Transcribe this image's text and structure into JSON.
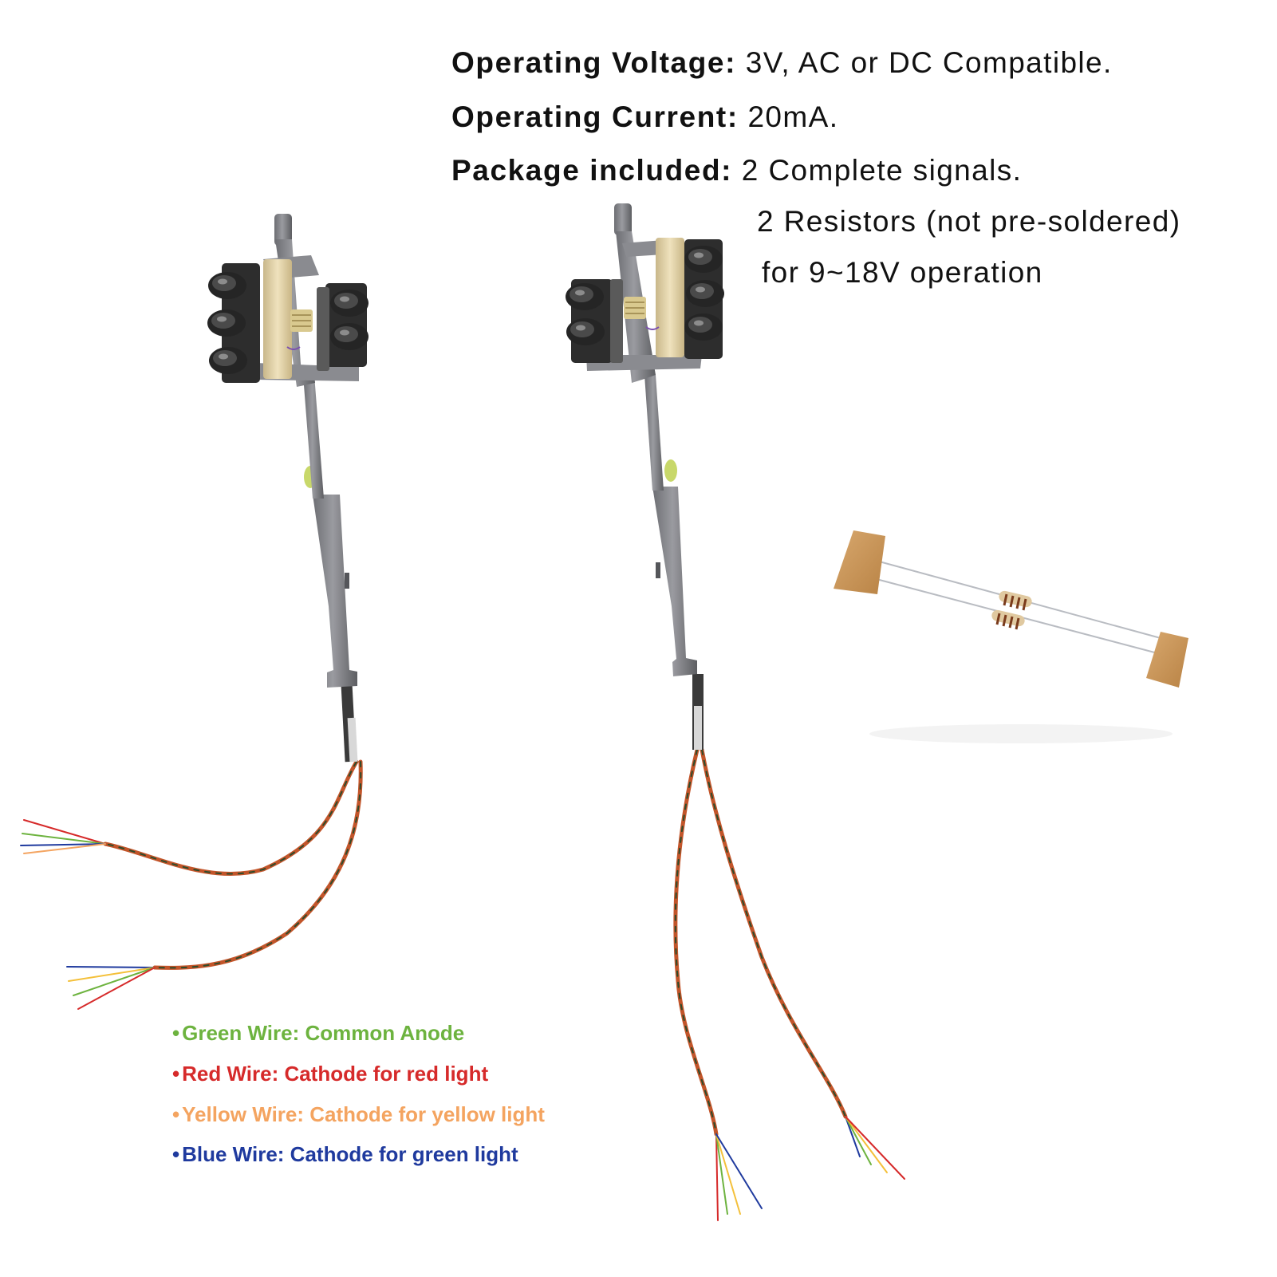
{
  "specs": {
    "voltage": {
      "label": "Operating Voltage:",
      "value": "3V, AC or DC Compatible."
    },
    "current": {
      "label": "Operating Current:",
      "value": "20mA."
    },
    "package": {
      "label": "Package included:",
      "value": "2 Complete signals."
    },
    "package_extra_1": "2 Resistors (not pre-soldered)",
    "package_extra_2": "for 9~18V operation"
  },
  "legend": {
    "bullet": "•",
    "items": [
      {
        "text": "Green Wire: Common Anode",
        "color": "#6db33f"
      },
      {
        "text": "Red Wire: Cathode for red light",
        "color": "#d62a2a"
      },
      {
        "text": "Yellow Wire: Cathode for yellow light",
        "color": "#f4a460"
      },
      {
        "text": "Blue Wire: Cathode for green light",
        "color": "#1f3a9e"
      }
    ]
  },
  "colors": {
    "pole": "#7a7b80",
    "signal_head": "#2b2b2b",
    "cream": "#e6d7ad",
    "wire_twist": "#c2552a",
    "tape": "#c8935a"
  }
}
